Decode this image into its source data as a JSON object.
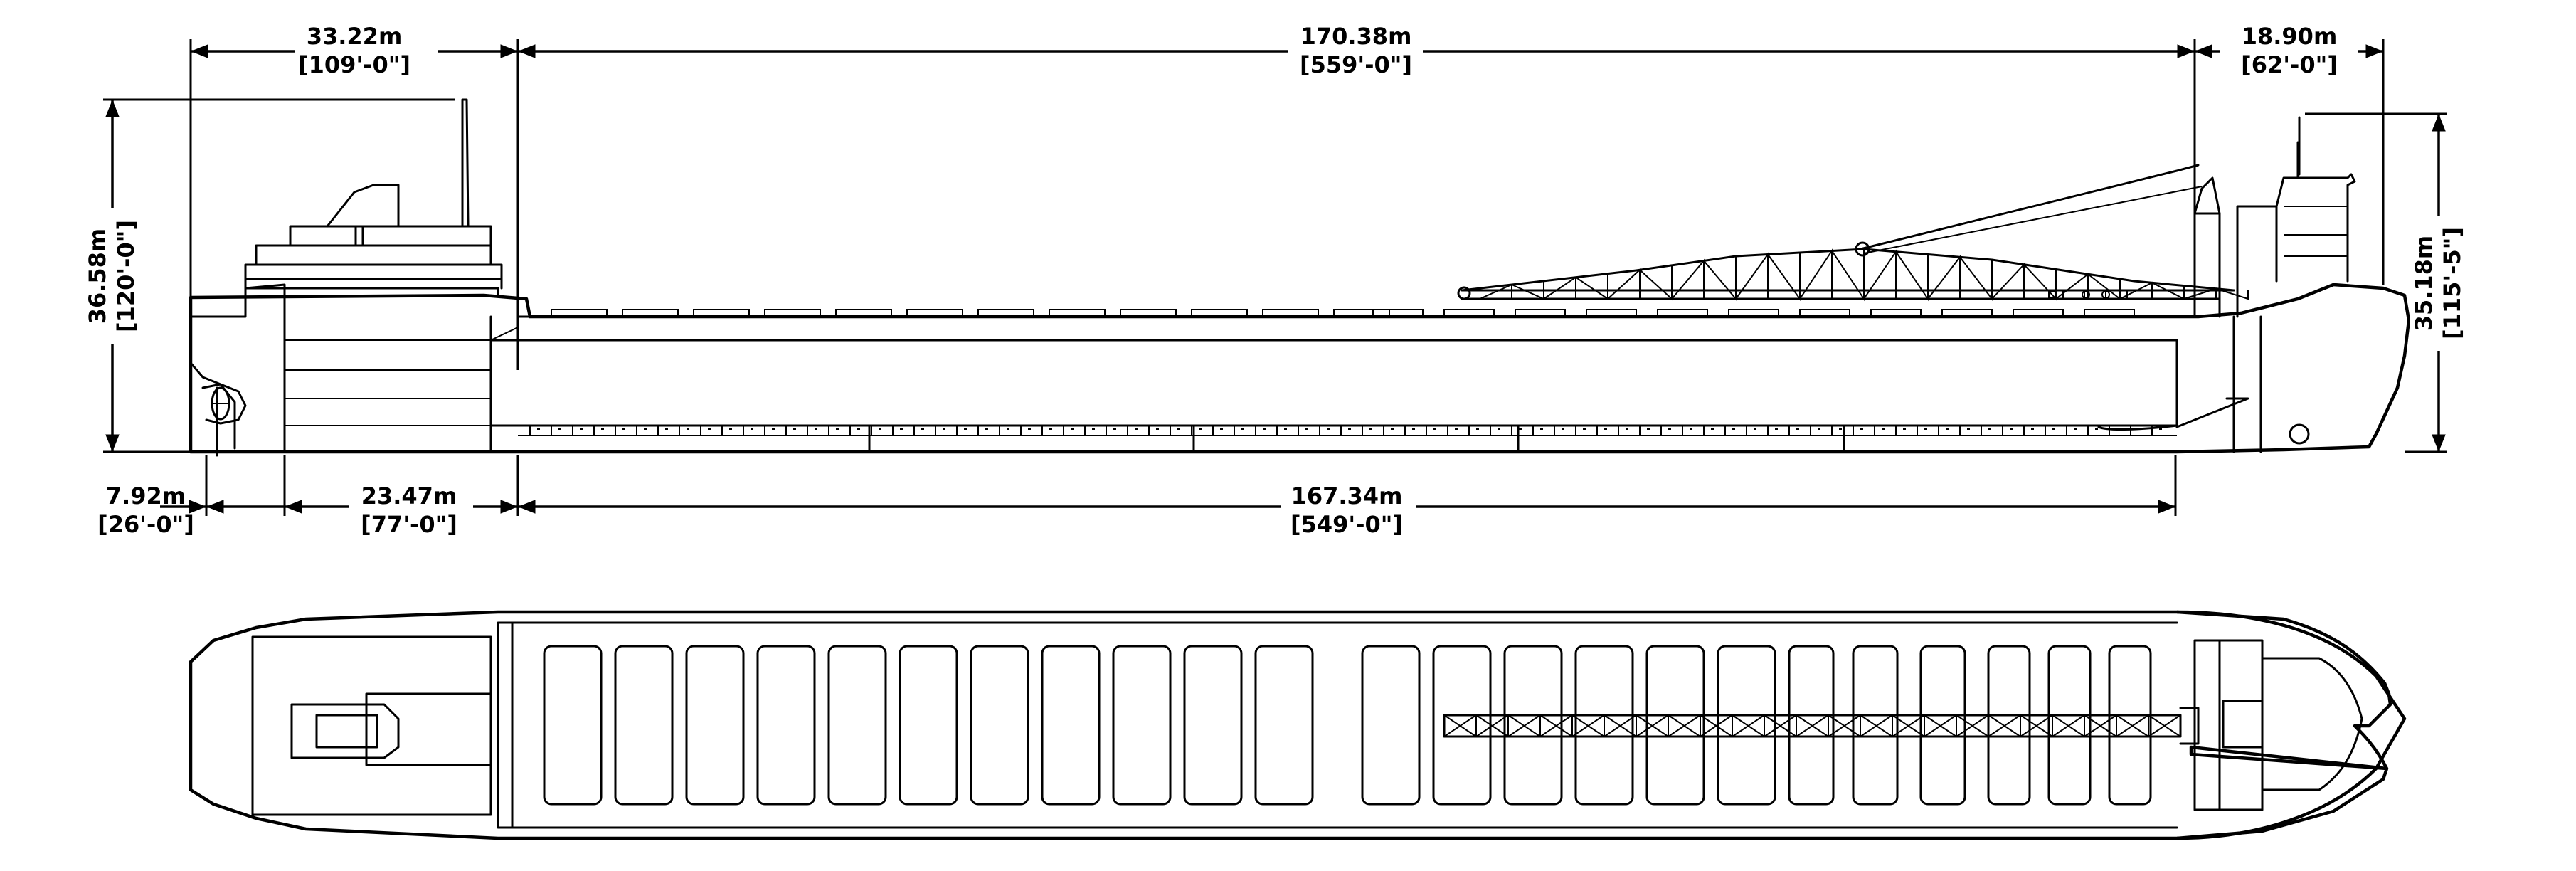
{
  "dimensions": {
    "stern_overhang": {
      "metric": "33.22m",
      "imperial": "[109'-0\"]"
    },
    "cargo_length": {
      "metric": "170.38m",
      "imperial": "[559'-0\"]"
    },
    "bow_overhang": {
      "metric": "18.90m",
      "imperial": "[62'-0\"]"
    },
    "stern_height": {
      "metric": "36.58m",
      "imperial": "[120'-0\"]"
    },
    "bow_height": {
      "metric": "35.18m",
      "imperial": "[115'-5\"]"
    },
    "rudder_offset": {
      "metric": "7.92m",
      "imperial": "[26'-0\"]"
    },
    "engine_room": {
      "metric": "23.47m",
      "imperial": "[77'-0\"]"
    },
    "hold_length": {
      "metric": "167.34m",
      "imperial": "[549'-0\"]"
    }
  },
  "colors": {
    "line": "#000000",
    "background": "#ffffff"
  }
}
